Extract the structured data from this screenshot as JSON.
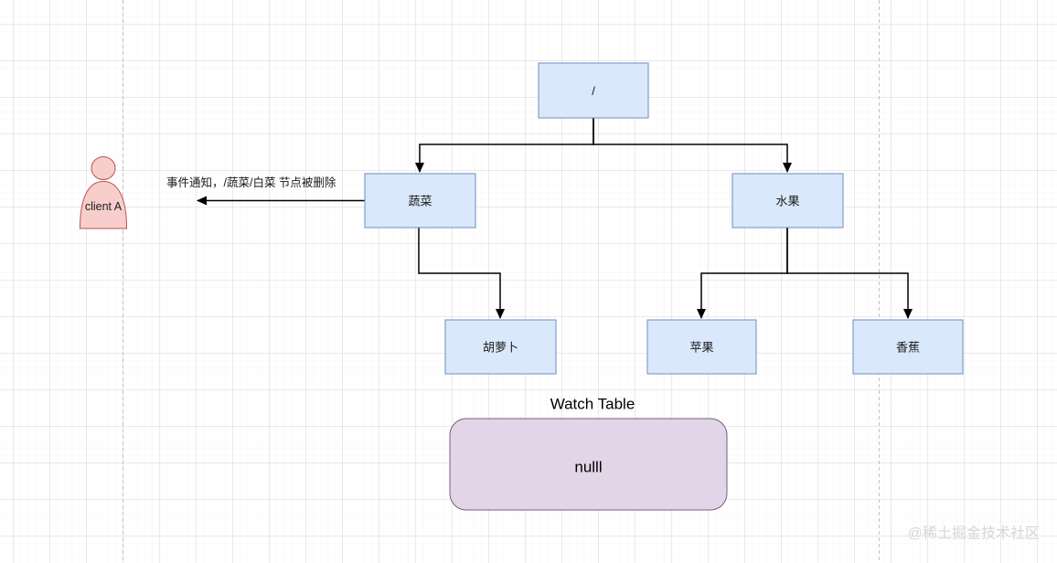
{
  "diagram": {
    "nodes": {
      "root": {
        "label": "/"
      },
      "vegetable": {
        "label": "蔬菜"
      },
      "fruit": {
        "label": "水果"
      },
      "carrot": {
        "label": "胡萝卜"
      },
      "apple": {
        "label": "苹果"
      },
      "banana": {
        "label": "香蕉"
      }
    },
    "actor": {
      "label": "client A"
    },
    "notification": {
      "text": "事件通知，/蔬菜/白菜 节点被删除"
    },
    "watch_table": {
      "title": "Watch Table",
      "value": "nulll"
    },
    "watermark": "@稀土掘金技术社区",
    "colors": {
      "node_fill": "#dae8fc",
      "node_stroke": "#6c8ebf",
      "actor_fill": "#f8cecc",
      "actor_stroke": "#b85450",
      "watch_fill": "#e1d5e7",
      "watch_stroke": "#73617a",
      "connector": "#000000",
      "watermark": "#d6d6d6"
    }
  }
}
